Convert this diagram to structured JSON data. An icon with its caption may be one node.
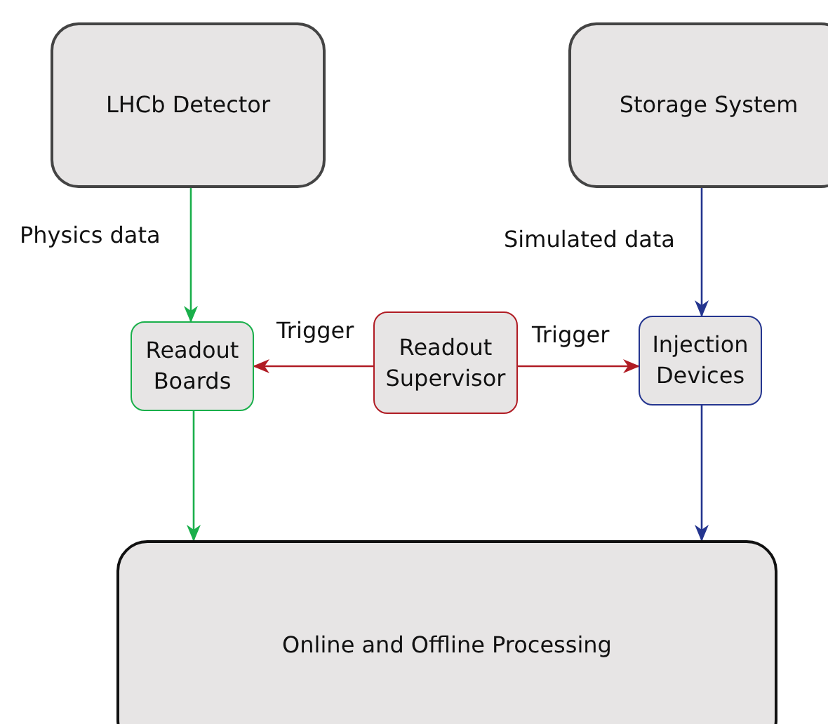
{
  "diagram": {
    "nodes": [
      {
        "text": [
          "LHCb Detector"
        ]
      },
      {
        "text": [
          "Storage System"
        ]
      },
      {
        "text": [
          "Readout Boards"
        ]
      },
      {
        "text": [
          "Readout Supervisor"
        ]
      },
      {
        "text": [
          "Injection Devices"
        ]
      },
      {
        "text": [
          "Online and Offline Processing"
        ]
      }
    ],
    "edges": [
      {
        "from": 0,
        "to": 2,
        "arrow": "to",
        "label": "Physics data",
        "color": "#1aaf4b"
      },
      {
        "from": 1,
        "to": 4,
        "arrow": "to",
        "label": "Simulated data",
        "color": "#24358f"
      },
      {
        "from": 3,
        "to": 2,
        "arrow": "to",
        "label": "Trigger",
        "color": "#b01c24"
      },
      {
        "from": 3,
        "to": 4,
        "arrow": "to",
        "label": "Trigger",
        "color": "#b01c24"
      },
      {
        "from": 2,
        "to": 5,
        "arrow": "to",
        "color": "#1aaf4b"
      },
      {
        "from": 4,
        "to": 5,
        "arrow": "to",
        "color": "#24358f"
      }
    ]
  }
}
